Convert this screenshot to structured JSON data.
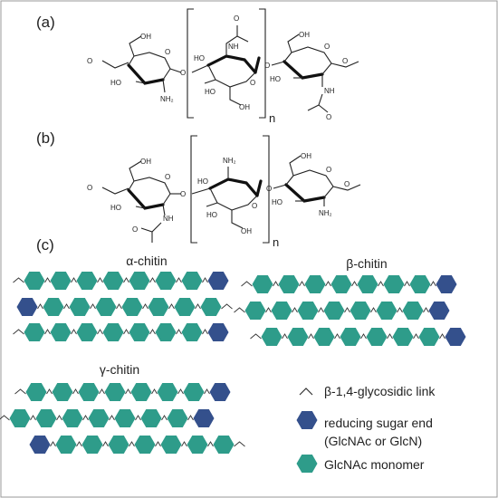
{
  "panels": {
    "a": "(a)",
    "b": "(b)",
    "c": "(c)"
  },
  "structures": {
    "repeat_index": "n",
    "atoms": {
      "oh": "OH",
      "ho": "HO",
      "o": "O",
      "nh": "NH",
      "nh2": "NH₂"
    }
  },
  "chains": {
    "alpha": {
      "title": "α-chitin",
      "rows": [
        "R",
        "L",
        "R"
      ]
    },
    "beta": {
      "title": "β-chitin",
      "rows": [
        "R",
        "R",
        "R"
      ]
    },
    "gamma": {
      "title": "γ-chitin",
      "rows": [
        "R",
        "R",
        "L"
      ]
    }
  },
  "legend": {
    "link_label": "β-1,4-glycosidic link",
    "reducing_label_line1": "reducing sugar end",
    "reducing_label_line2": "(GlcNAc or GlcN)",
    "monomer_label": "GlcNAc monomer"
  },
  "colors": {
    "monomer": "#2e9c8a",
    "reducing_end": "#34508c",
    "frame": "#9a9a9a",
    "text": "#222222"
  }
}
